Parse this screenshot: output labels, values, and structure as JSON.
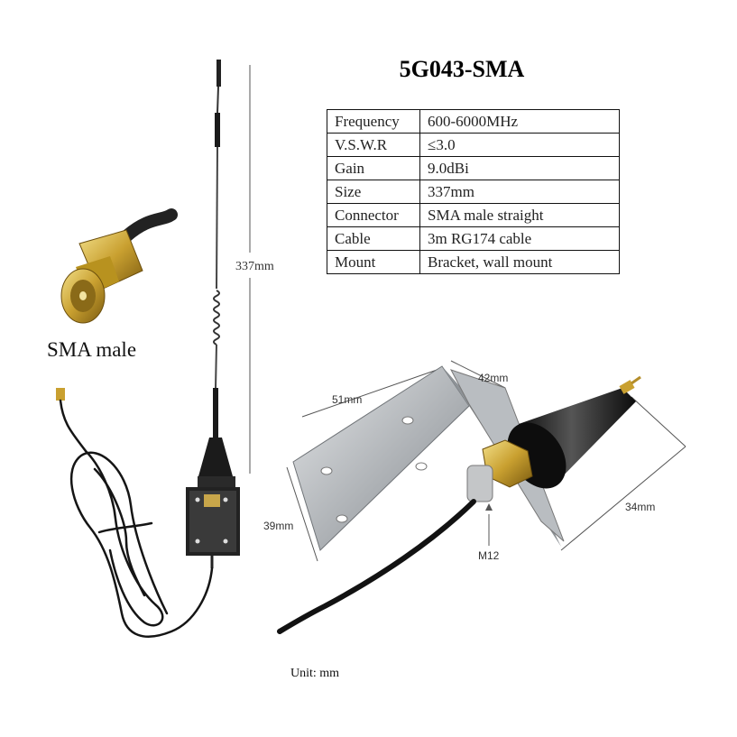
{
  "product": {
    "title": "5G043-SMA"
  },
  "specs": [
    {
      "label": "Frequency",
      "value": "600-6000MHz"
    },
    {
      "label": "V.S.W.R",
      "value": "≤3.0"
    },
    {
      "label": "Gain",
      "value": "9.0dBi"
    },
    {
      "label": "Size",
      "value": "337mm"
    },
    {
      "label": "Connector",
      "value": "SMA male straight"
    },
    {
      "label": "Cable",
      "value": "3m RG174 cable"
    },
    {
      "label": "Mount",
      "value": "Bracket, wall mount"
    }
  ],
  "labels": {
    "sma": "SMA male",
    "unit": "Unit: mm"
  },
  "dimensions": {
    "height": "337mm",
    "bracket_width": "51mm",
    "bracket_depth": "42mm",
    "bracket_height": "39mm",
    "cone_length": "34mm",
    "thread": "M12"
  }
}
